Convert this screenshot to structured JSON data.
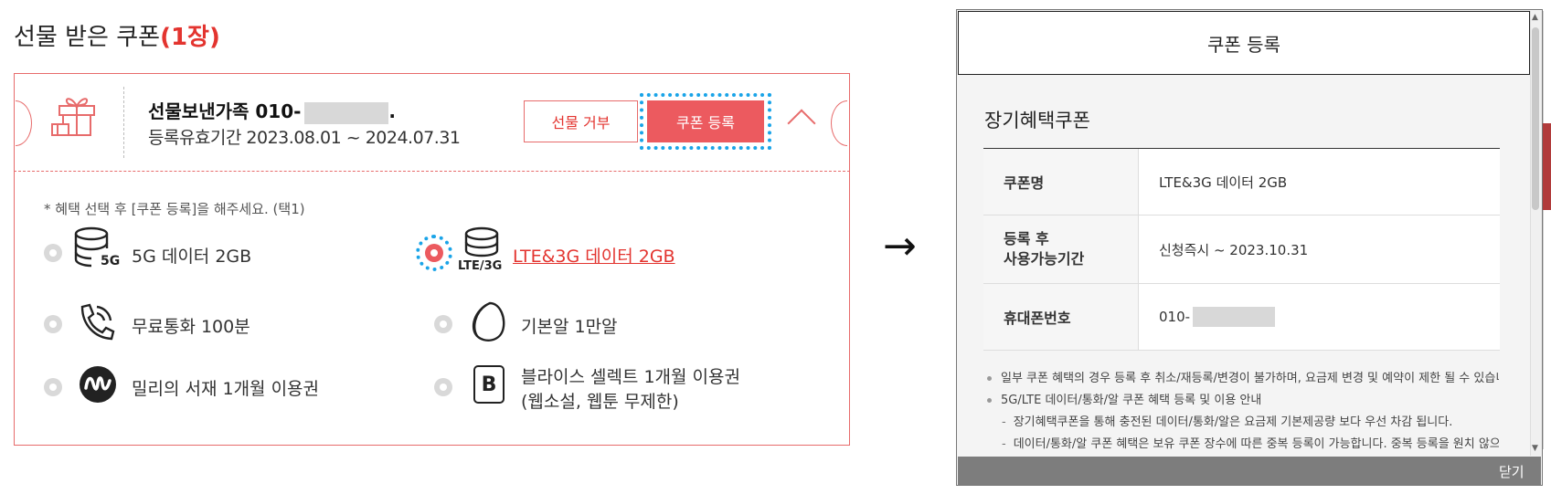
{
  "left": {
    "title": "선물 받은 쿠폰",
    "title_count": "(1장)",
    "sender_prefix": "선물보낸가족 010-",
    "sender_suffix": ".",
    "period": "등록유효기간 2023.08.01 ~ 2024.07.31",
    "reject_label": "선물 거부",
    "register_label": "쿠폰 등록",
    "notice": "* 혜택 선택 후 [쿠폰 등록]을 해주세요. (택1)",
    "options": [
      {
        "label": "5G 데이터 2GB",
        "icon": "5g-database-icon",
        "icon_text": "5G",
        "selected": false
      },
      {
        "label": "LTE&3G 데이터 2GB",
        "icon": "lte-database-icon",
        "icon_text": "LTE/3G",
        "selected": true
      },
      {
        "label": "무료통화 100분",
        "icon": "phone-call-icon",
        "selected": false
      },
      {
        "label": "기본알 1만알",
        "icon": "egg-icon",
        "selected": false
      },
      {
        "label": "밀리의 서재 1개월 이용권",
        "icon": "millie-logo-icon",
        "selected": false
      },
      {
        "label_line1": "블라이스 셀렉트 1개월 이용권",
        "label_line2": "(웹소설, 웹툰 무제한)",
        "icon": "blice-b-icon",
        "icon_text": "B",
        "selected": false
      }
    ]
  },
  "arrow": "→",
  "modal": {
    "title": "쿠폰 등록",
    "subtitle": "장기혜택쿠폰",
    "rows": [
      {
        "label": "쿠폰명",
        "value": "LTE&3G 데이터 2GB"
      },
      {
        "label_line1": "등록 후",
        "label_line2": "사용가능기간",
        "value": "신청즉시 ~ 2023.10.31"
      },
      {
        "label": "휴대폰번호",
        "value_prefix": "010-"
      }
    ],
    "notes": [
      "일부 쿠폰 혜택의 경우 등록 후 취소/재등록/변경이 불가하며, 요금제 변경 및 예약이 제한 될 수 있습니다.",
      "5G/LTE 데이터/통화/알 쿠폰 혜택 등록 및 이용 안내",
      "장기혜택쿠폰을 통해 충전된 데이터/통화/알은 요금제 기본제공량 보다 우선 차감 됩니다.",
      "데이터/통화/알 쿠폰 혜택은 보유 쿠폰 장수에 따른 중복 등록이 가능합니다. 중복 등록을 원치 않으실 경우"
    ],
    "close_label": "닫기"
  },
  "colors": {
    "accent": "#ec5a5f",
    "accent_text": "#e3342f",
    "focus": "#1aa4e8"
  }
}
